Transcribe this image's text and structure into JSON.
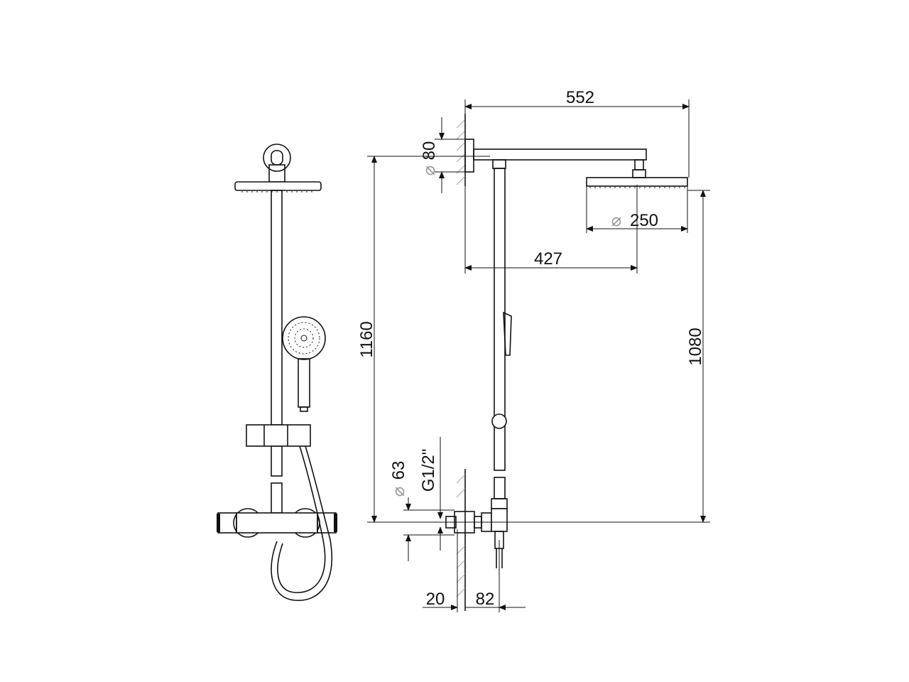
{
  "drawing": {
    "dimensions": {
      "overall_projection": "552",
      "arm_projection": "427",
      "head_diameter": "250",
      "total_height": "1160",
      "head_height": "1080",
      "wall_flange_diameter": "80",
      "wall_plate_diameter": "63",
      "thread": "G1/2\"",
      "inlet_depth": "20",
      "mixer_projection": "82"
    },
    "diameter_symbol": "⌀"
  }
}
